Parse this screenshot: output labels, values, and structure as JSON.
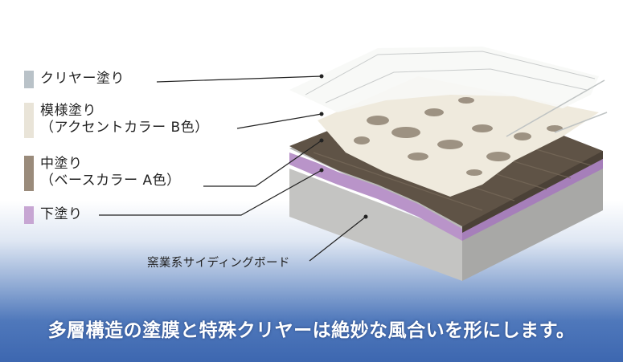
{
  "layers": [
    {
      "id": "clear",
      "line1": "クリヤー塗り",
      "line2": "",
      "color": "#b9c2c8"
    },
    {
      "id": "pattern",
      "line1": "模様塗り",
      "line2": "（アクセントカラー B色）",
      "color": "#e9e4d8"
    },
    {
      "id": "middle",
      "line1": "中塗り",
      "line2": "（ベースカラー A色）",
      "color": "#9a8b7b"
    },
    {
      "id": "under",
      "line1": "下塗り",
      "line2": "",
      "color": "#c7a6d3"
    }
  ],
  "substrate_label": "窯業系サイディングボード",
  "caption": "多層構造の塗膜と特殊クリヤーは絶妙な風合いを形にします。",
  "colors": {
    "board_top": "#b5b5b3",
    "board_side": "#a3a3a1",
    "board_front": "#c2c2c0",
    "primer": "#b994c9",
    "mid_coat": "#5d5144",
    "mid_coat_dark": "#4a4036",
    "pattern_coat": "#f1ede2",
    "pattern_spots": "#8a7f70",
    "clear_coat": "#f6f7f5",
    "leader": "#222222"
  }
}
